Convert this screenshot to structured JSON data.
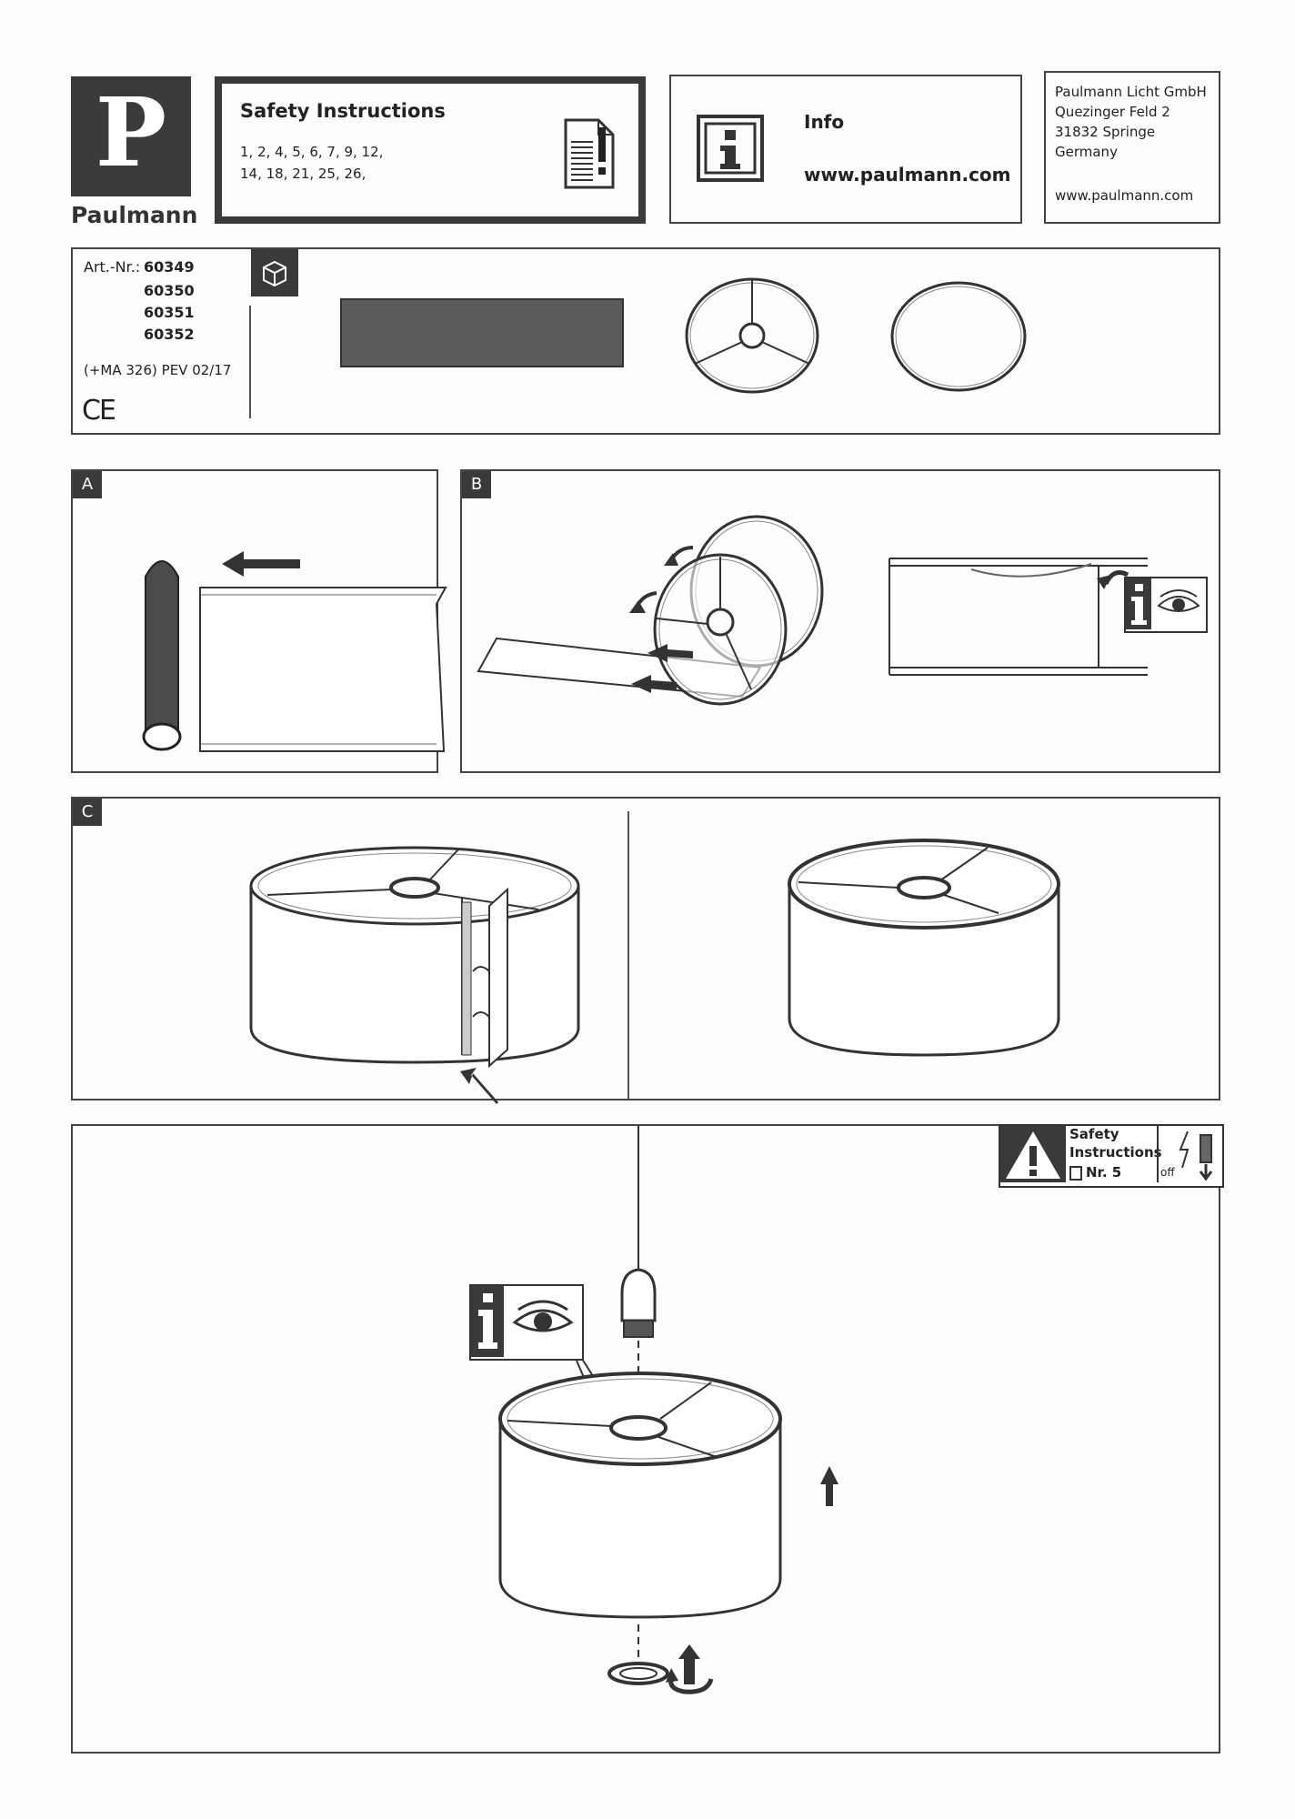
{
  "brand": {
    "logo_letter": "P",
    "name": "Paulmann"
  },
  "safety": {
    "title": "Safety Instructions",
    "numbers_line1": "1, 2, 4, 5, 6, 7, 9, 12,",
    "numbers_line2": "14, 18, 21, 25, 26,",
    "icon": "document-icon"
  },
  "info": {
    "title": "Info",
    "url": "www.paulmann.com",
    "icon": "info-icon"
  },
  "address": {
    "company": "Paulmann Licht GmbH",
    "street": "Quezinger Feld 2",
    "city": "31832 Springe",
    "country": "Germany",
    "web": "www.paulmann.com"
  },
  "article": {
    "label": "Art.-Nr.:",
    "numbers": [
      "60349",
      "60350",
      "60351",
      "60352"
    ],
    "revision": "(+MA 326) PEV 02/17",
    "ce_mark": "CE",
    "box_icon": "package-icon"
  },
  "steps": {
    "a": "A",
    "b": "B",
    "c": "C"
  },
  "safety_badge": {
    "line1": "Safety",
    "line2": "Instructions",
    "line3": "Nr. 5",
    "off_label": "off",
    "icons": [
      "warning-icon",
      "book-icon",
      "power-off-icon"
    ]
  },
  "colors": {
    "ink": "#3a3a3a",
    "paper": "#fdfdfd"
  }
}
